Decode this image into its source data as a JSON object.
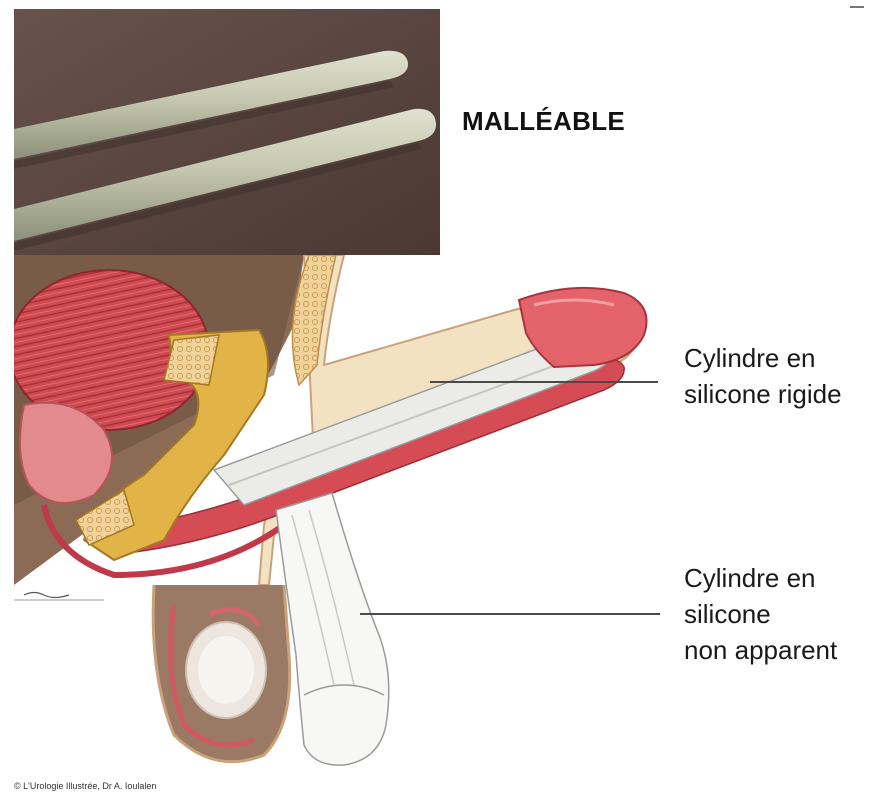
{
  "header": {
    "title": "MALLÉABLE"
  },
  "labels": {
    "rigid_cylinder": [
      "Cylindre en",
      "silicone rigide"
    ],
    "hidden_cylinder": [
      "Cylindre en",
      "silicone",
      "non apparent"
    ]
  },
  "footer": {
    "credit": "© L'Urologie Illustrée, Dr A. Ioulalen"
  },
  "figures": {
    "photo": "malleable-rods-photo",
    "illustration": "anatomical-cross-section"
  },
  "colors": {
    "photo_background": "#5e4842",
    "rod": "#c9cbb4",
    "muscle": "#c9444c",
    "bone": "#e2b347",
    "skin": "#ead1a8",
    "cylinder": "#ebebe8"
  }
}
